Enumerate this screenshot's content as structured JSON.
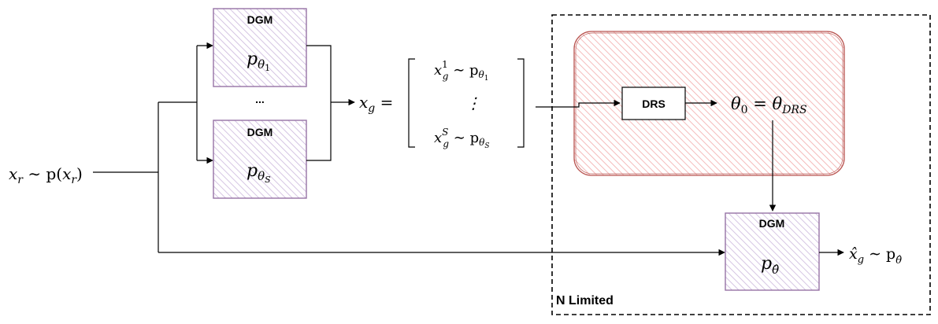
{
  "colors": {
    "dgm_border": "#9673a6",
    "dgm_hatch": "#c8b4d8",
    "region_border": "#b85450",
    "region_hatch": "#f0a8a8",
    "line": "#000000"
  },
  "input": {
    "var": "x",
    "sub": "r",
    "rel": " ∼ p(",
    "arg": "x",
    "arg_sub": "r",
    "close": ")"
  },
  "dgm_top": {
    "label": "DGM",
    "p": "p",
    "theta": "θ",
    "sub": "1"
  },
  "ellipsis": "...",
  "dgm_bottom": {
    "label": "DGM",
    "p": "p",
    "theta": "θ",
    "sub": "S"
  },
  "xg": {
    "var": "x",
    "sub": "g",
    "eq": " ="
  },
  "matrix": {
    "row1": {
      "x": "x",
      "sup": "1",
      "sub": "g",
      "rel": " ∼ p",
      "theta": "θ",
      "tsub": "1"
    },
    "vdots": "⋮",
    "row2": {
      "x": "x",
      "sup": "S",
      "sub": "g",
      "rel": " ∼ p",
      "theta": "θ",
      "tsub": "S"
    }
  },
  "drs": {
    "label": "DRS"
  },
  "theta_eq": {
    "t0": "θ",
    "t0_sub": "0",
    "eq": " = ",
    "t1": "θ",
    "t1_sub": "DRS"
  },
  "dgm_final": {
    "label": "DGM",
    "p": "p",
    "sub": "θ̂"
  },
  "output": {
    "x": "x̂",
    "sub": "g",
    "rel": " ∼ p",
    "psub": "θ̂"
  },
  "region_label": "N Limited"
}
